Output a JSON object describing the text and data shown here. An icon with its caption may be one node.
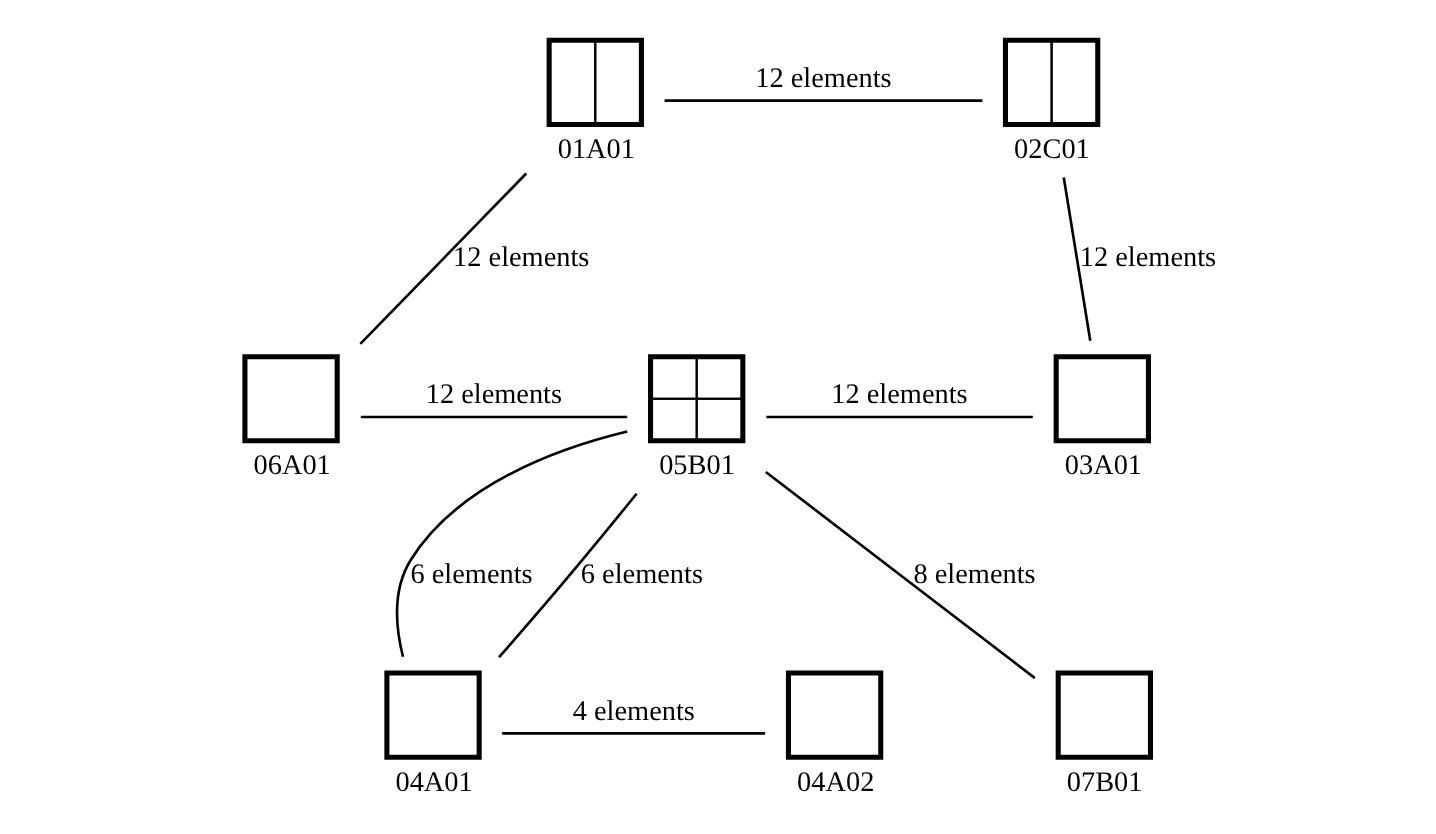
{
  "diagram": {
    "nodes": [
      {
        "text": [
          "01A01"
        ]
      },
      {
        "text": [
          "02C01"
        ]
      },
      {
        "text": [
          "06A01"
        ]
      },
      {
        "text": [
          "05B01"
        ]
      },
      {
        "text": [
          "03A01"
        ]
      },
      {
        "text": [
          "04A01"
        ]
      },
      {
        "text": [
          "04A02"
        ]
      },
      {
        "text": [
          "07B01"
        ]
      }
    ],
    "edges": [
      {
        "from": 2,
        "to": 0,
        "arrow": "none",
        "label": "12 elements"
      },
      {
        "from": 0,
        "to": 1,
        "arrow": "none",
        "label": "12 elements"
      },
      {
        "from": 1,
        "to": 4,
        "arrow": "none",
        "label": "12 elements"
      },
      {
        "from": 2,
        "to": 3,
        "arrow": "none",
        "label": "12 elements"
      },
      {
        "from": 3,
        "to": 4,
        "arrow": "none",
        "label": "12 elements"
      },
      {
        "from": 3,
        "to": 5,
        "arrow": "none",
        "label": "6 elements"
      },
      {
        "from": 3,
        "to": 5,
        "arrow": "none",
        "label": "6 elements"
      },
      {
        "from": 5,
        "to": 6,
        "arrow": "none",
        "label": "4 elements"
      },
      {
        "from": 3,
        "to": 7,
        "arrow": "none",
        "label": "8 elements"
      }
    ]
  }
}
